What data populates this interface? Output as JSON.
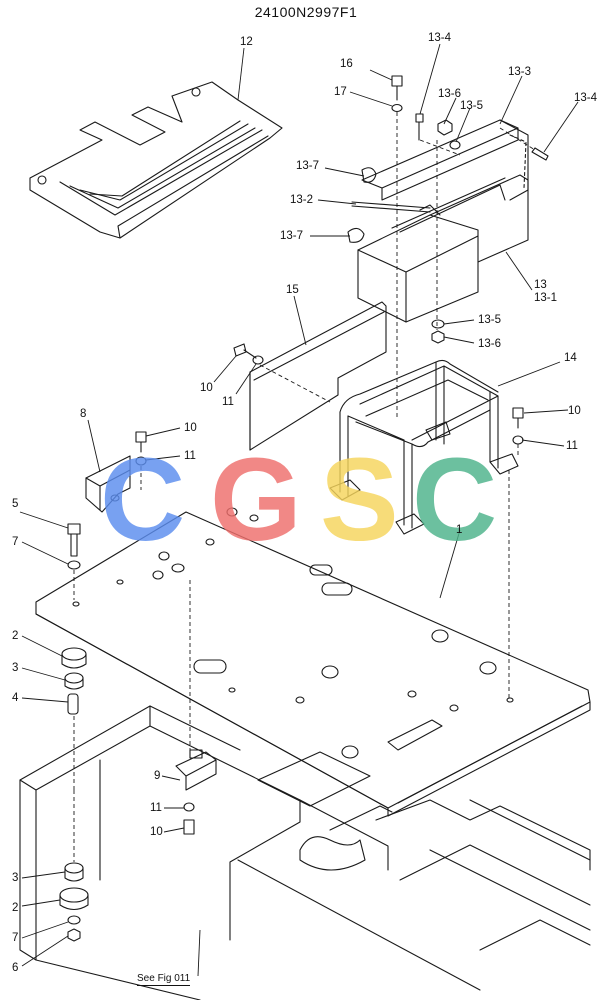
{
  "title": "24100N2997F1",
  "reference": "See Fig 011",
  "watermark": {
    "letters": [
      "C",
      "G",
      "S",
      "C"
    ],
    "colors": [
      "#5b8def",
      "#ef6f6c",
      "#f6d55c",
      "#4db38a"
    ]
  },
  "callouts": {
    "c12": "12",
    "c16": "16",
    "c17": "17",
    "c13_4a": "13-4",
    "c13_6a": "13-6",
    "c13_5a": "13-5",
    "c13_3": "13-3",
    "c13_4b": "13-4",
    "c13_7a": "13-7",
    "c13_2": "13-2",
    "c13_7b": "13-7",
    "c13": "13",
    "c13_1": "13-1",
    "c15": "15",
    "c13_5b": "13-5",
    "c13_6b": "13-6",
    "c10a": "10",
    "c11a": "11",
    "c14": "14",
    "c10b": "10",
    "c11b": "11",
    "c8": "8",
    "c10c": "10",
    "c11c": "11",
    "c5": "5",
    "c7a": "7",
    "c1": "1",
    "c2a": "2",
    "c3a": "3",
    "c4": "4",
    "c9": "9",
    "c11d": "11",
    "c10d": "10",
    "c3b": "3",
    "c2b": "2",
    "c7b": "7",
    "c6": "6"
  }
}
